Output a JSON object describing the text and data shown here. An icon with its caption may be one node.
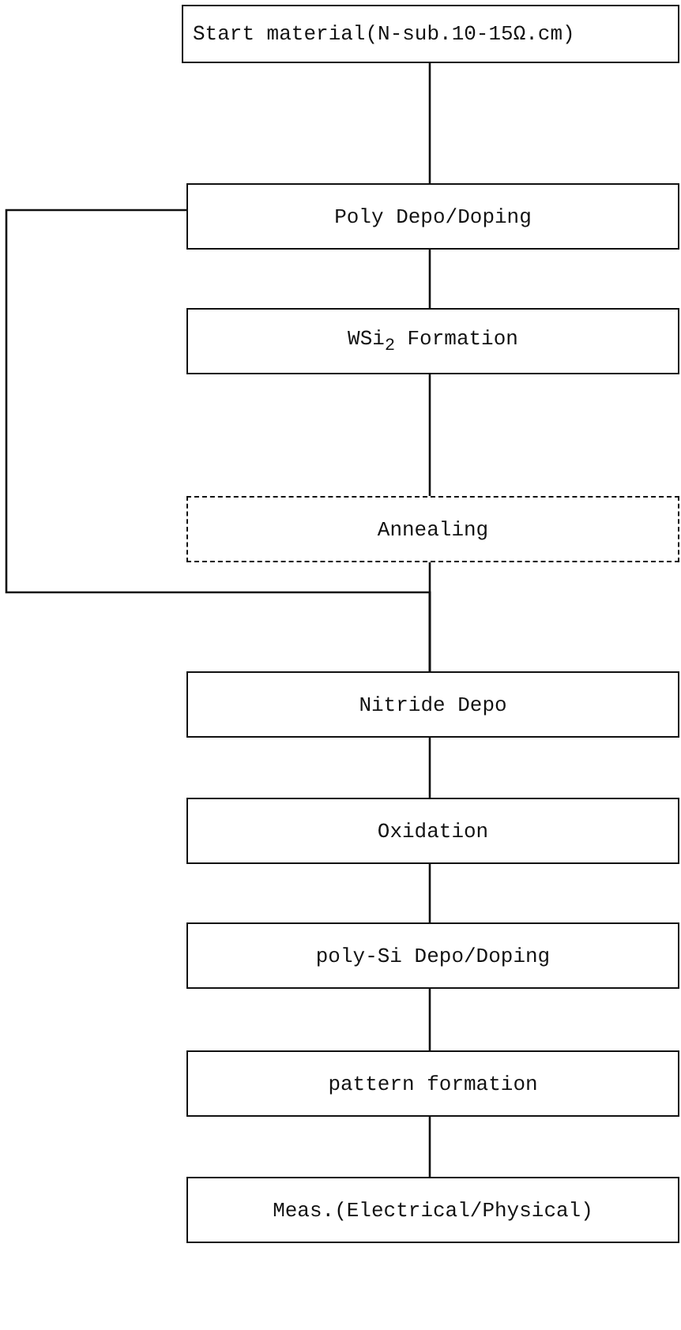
{
  "diagram": {
    "nodes": [
      {
        "text": [
          "Start material(N-sub.10-15Ω.cm)"
        ]
      },
      {
        "text": [
          "Poly Depo/Doping"
        ]
      },
      {
        "text": [
          "WSi$_{2}$ Formation"
        ]
      },
      {
        "text": [
          "Annealing"
        ]
      },
      {
        "text": [
          "Nitride Depo"
        ]
      },
      {
        "text": [
          "Oxidation"
        ]
      },
      {
        "text": [
          "poly-Si Depo/Doping"
        ]
      },
      {
        "text": [
          "pattern formation"
        ]
      },
      {
        "text": [
          "Meas.(Electrical/Physical)"
        ]
      }
    ],
    "edges": [
      {
        "from": 0,
        "to": 1,
        "arrow": "none"
      },
      {
        "from": 1,
        "to": 2,
        "arrow": "none"
      },
      {
        "from": 2,
        "to": 3,
        "arrow": "none"
      },
      {
        "from": 3,
        "to": 4,
        "arrow": "none"
      },
      {
        "from": 1,
        "to": 4,
        "arrow": "none"
      },
      {
        "from": 4,
        "to": 5,
        "arrow": "none"
      },
      {
        "from": 5,
        "to": 6,
        "arrow": "none"
      },
      {
        "from": 6,
        "to": 7,
        "arrow": "none"
      },
      {
        "from": 7,
        "to": 8,
        "arrow": "none"
      }
    ]
  }
}
